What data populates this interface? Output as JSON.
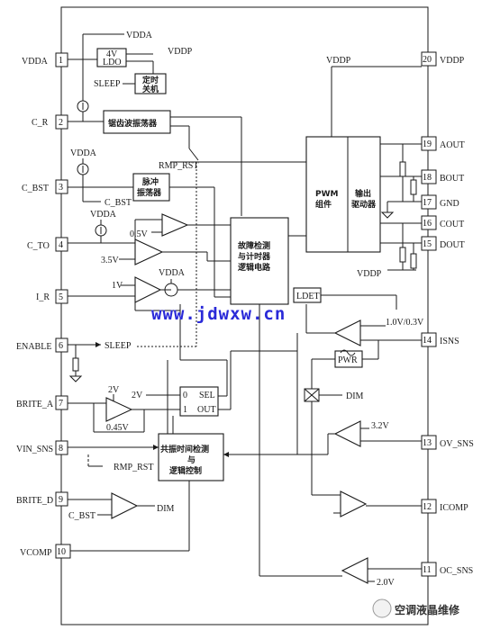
{
  "pins_left": [
    {
      "num": "1",
      "name": "VDDA"
    },
    {
      "num": "2",
      "name": "C_R"
    },
    {
      "num": "3",
      "name": "C_BST"
    },
    {
      "num": "4",
      "name": "C_TO"
    },
    {
      "num": "5",
      "name": "I_R"
    },
    {
      "num": "6",
      "name": "ENABLE"
    },
    {
      "num": "7",
      "name": "BRITE_A"
    },
    {
      "num": "8",
      "name": "VIN_SNS"
    },
    {
      "num": "9",
      "name": "BRITE_D"
    },
    {
      "num": "10",
      "name": "VCOMP"
    }
  ],
  "pins_right": [
    {
      "num": "20",
      "name": "VDDP"
    },
    {
      "num": "19",
      "name": "AOUT"
    },
    {
      "num": "18",
      "name": "BOUT"
    },
    {
      "num": "17",
      "name": "GND"
    },
    {
      "num": "16",
      "name": "COUT"
    },
    {
      "num": "15",
      "name": "DOUT"
    },
    {
      "num": "14",
      "name": "ISNS"
    },
    {
      "num": "13",
      "name": "OV_SNS"
    },
    {
      "num": "12",
      "name": "ICOMP"
    },
    {
      "num": "11",
      "name": "OC_SNS"
    }
  ],
  "blocks": {
    "ldo": [
      "4V",
      "LDO"
    ],
    "timer": [
      "定时",
      "关机"
    ],
    "sawtooth": "锯齿波振荡器",
    "pulse": [
      "脉冲",
      "振荡器"
    ],
    "pwm": [
      "PWM",
      "组件"
    ],
    "driver": [
      "输出",
      "驱动器"
    ],
    "fault": [
      "故障检测",
      "与计时器",
      "逻辑电路"
    ],
    "ldet": "LDET",
    "resonant": [
      "共振时间检测",
      "与",
      "逻辑控制"
    ],
    "pwr": "PWR",
    "sel": "SEL",
    "sel_in0": "0",
    "sel_in1": "1",
    "sel_out": "OUT"
  },
  "signals": {
    "vdda": "VDDA",
    "vddp": "VDDP",
    "sleep": "SLEEP",
    "rmp_rst": "RMP_RST",
    "c_bst": "C_BST",
    "v05": "0.5V",
    "v35": "3.5V",
    "v1": "1V",
    "v2": "2V",
    "v045": "0.45V",
    "v10_03": "1.0V/0.3V",
    "v32": "3.2V",
    "v20": "2.0V",
    "dim": "DIM"
  },
  "watermark": "www.jdwxw.cn",
  "logo_text": "空调液晶维修"
}
